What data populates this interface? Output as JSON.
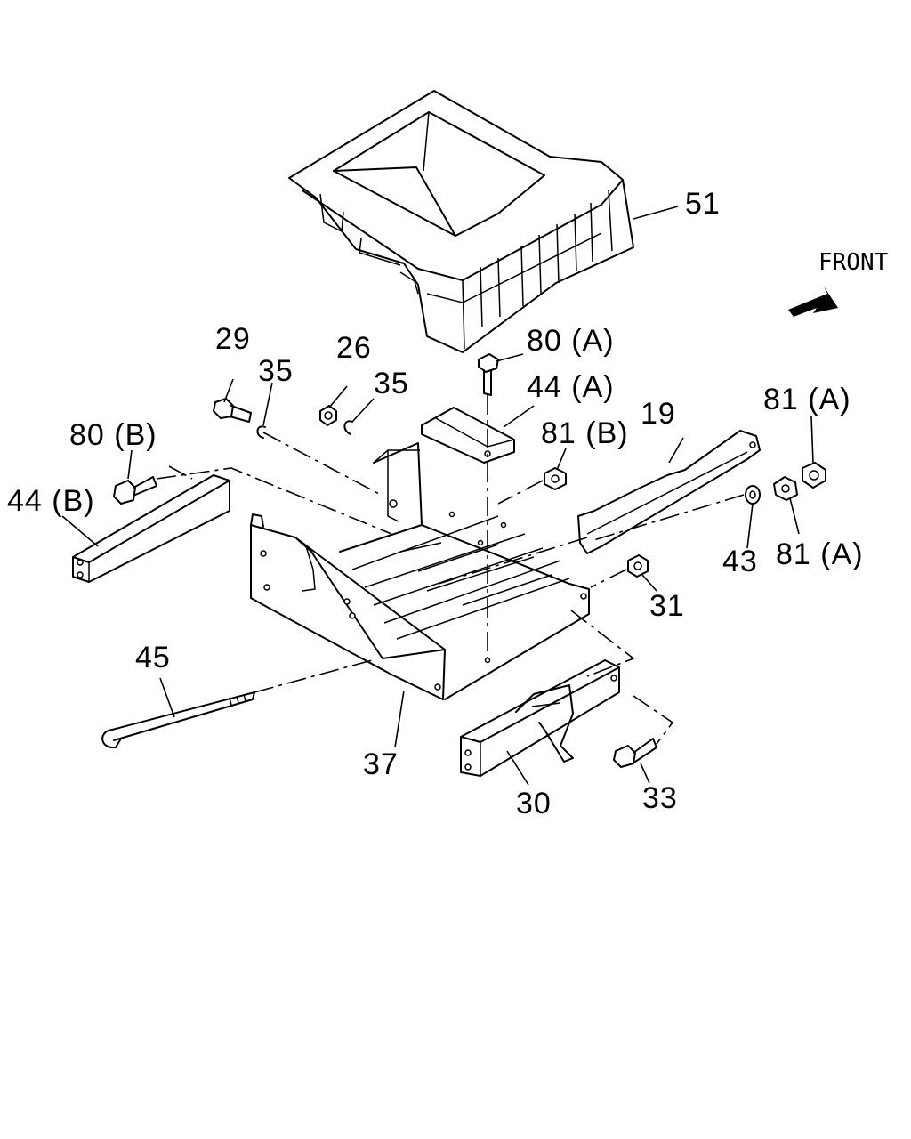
{
  "direction_label": "FRONT",
  "callouts": {
    "c51": "51",
    "c29": "29",
    "c35a": "35",
    "c26": "26",
    "c35b": "35",
    "c80a": "80 (A)",
    "c44a": "44 (A)",
    "c81b": "81 (B)",
    "c19": "19",
    "c81a_top": "81 (A)",
    "c80b": "80 (B)",
    "c44b": "44 (B)",
    "c43": "43",
    "c81a_bottom": "81 (A)",
    "c31": "31",
    "c45": "45",
    "c37": "37",
    "c30": "30",
    "c33": "33"
  }
}
